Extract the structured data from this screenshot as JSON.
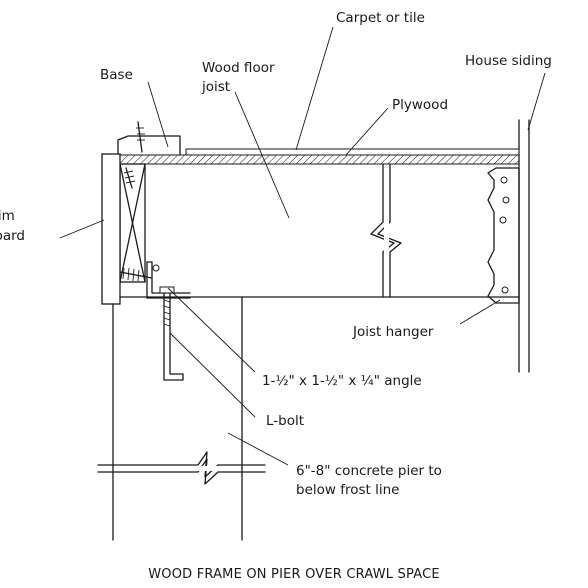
{
  "labels": {
    "carpet": "Carpet or tile",
    "house_siding": "House siding",
    "base": "Base",
    "wood_floor_joist_1": "Wood floor",
    "wood_floor_joist_2": "joist",
    "plywood": "Plywood",
    "trim_board_1": "Trim",
    "trim_board_2": "board",
    "joist_hanger": "Joist hanger",
    "angle": "1-½\" x 1-½\" x ¼\" angle",
    "l_bolt": "L-bolt",
    "pier_1": "6\"-8\" concrete pier to",
    "pier_2": "below frost line"
  },
  "caption": "WOOD FRAME ON PIER OVER CRAWL SPACE"
}
